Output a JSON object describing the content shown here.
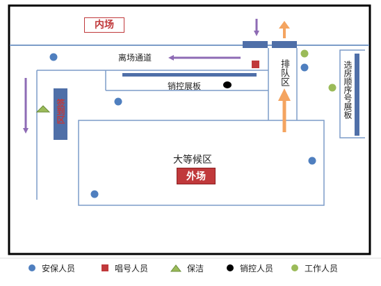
{
  "labels": {
    "inner_venue": "内场",
    "exit_passage": "离场通道",
    "sales_board_long": "销控展板",
    "queue_area": "排队区",
    "selection_board": "选房顺序号展板",
    "sign_in_area": "签到区",
    "waiting_area": "大等候区",
    "outer_venue": "外场"
  },
  "legend": [
    {
      "shape": "circle",
      "color": "#4f7fbf",
      "label": "安保人员"
    },
    {
      "shape": "square",
      "color": "#c0393b",
      "label": "唱号人员"
    },
    {
      "shape": "triangle",
      "color": "#9bbb59",
      "label": "保洁"
    },
    {
      "shape": "circle",
      "color": "#000000",
      "label": "销控人员"
    },
    {
      "shape": "circle",
      "color": "#9bbb59",
      "label": "工作人员"
    }
  ],
  "colors": {
    "wall_line": "#7c9cc8",
    "board_fill": "#4f6fa8",
    "purple_arrow": "#8e6bb5",
    "orange_arrow": "#f4a460",
    "guard_dot": "#4f7fbf",
    "caller_square": "#c0393b",
    "staff_dot": "#9bbb59",
    "tag_red": "#c0393b"
  }
}
